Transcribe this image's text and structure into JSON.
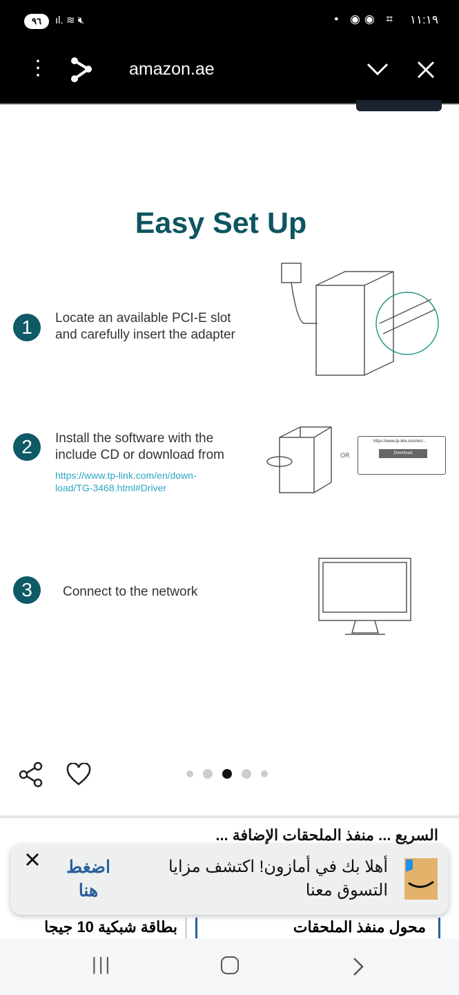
{
  "status_bar": {
    "battery": "٩٦",
    "time": "١١:١٩"
  },
  "browser": {
    "url": "amazon.ae"
  },
  "product_image": {
    "title": "Easy Set Up",
    "steps": [
      {
        "number": "1",
        "text_line1": "Locate an available PCI-E slot",
        "text_line2": "and carefully insert the adapter"
      },
      {
        "number": "2",
        "text_line1": "Install the software with the",
        "text_line2": "include CD or download from",
        "link_line1": "https://www.tp-link.com/en/down-",
        "link_line2": "load/TG-3468.html#Driver",
        "or_label": "OR",
        "browser_url": "https://www.tp-link.com/en/...",
        "download_label": "Download"
      },
      {
        "number": "3",
        "text_line1": "Connect to the network"
      }
    ],
    "carousel": {
      "count": 5,
      "active_index": 2
    }
  },
  "product_title_partial": "السريع ... منفذ الملحقات الإضافة ...",
  "toast": {
    "message_line1": "أهلا بك في أمازون! اكتشف مزايا",
    "message_line2": "التسوق معنا",
    "action_line1": "اضغط",
    "action_line2": "هنا"
  },
  "related": {
    "card1": "محول منفذ الملحقات",
    "card2": "بطاقة شبكية 10 جيجا"
  }
}
